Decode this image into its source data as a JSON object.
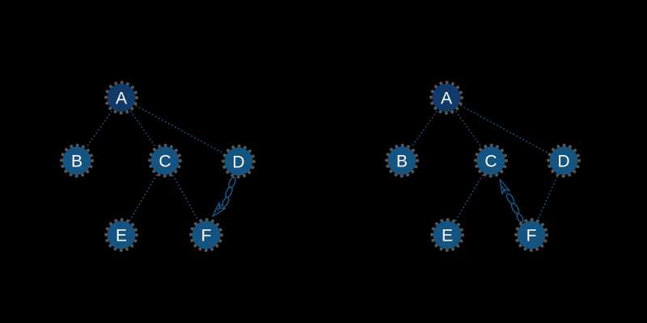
{
  "background_color": "#000000",
  "colors": {
    "node_fill": "#155380",
    "root_node_fill": "#123a69",
    "node_dot_ring": "#555555",
    "tree_edge": "#1f5f96",
    "move_arrow": "#1a527f",
    "node_label": "#ffffff"
  },
  "graphs": [
    {
      "name": "left-tree",
      "nodes": [
        {
          "label": "A",
          "root": true
        },
        {
          "label": "B",
          "root": false
        },
        {
          "label": "C",
          "root": false
        },
        {
          "label": "D",
          "root": false
        },
        {
          "label": "E",
          "root": false
        },
        {
          "label": "F",
          "root": false
        }
      ],
      "edges": [
        {
          "from": "A",
          "to": "B",
          "style": "dotted"
        },
        {
          "from": "A",
          "to": "C",
          "style": "dotted"
        },
        {
          "from": "A",
          "to": "D",
          "style": "dotted"
        },
        {
          "from": "C",
          "to": "E",
          "style": "dotted"
        },
        {
          "from": "C",
          "to": "F",
          "style": "dotted"
        }
      ],
      "move_arrow": {
        "from": "D",
        "to": "F",
        "style": "dashed-outline-arrow"
      }
    },
    {
      "name": "right-tree",
      "nodes": [
        {
          "label": "A",
          "root": true
        },
        {
          "label": "B",
          "root": false
        },
        {
          "label": "C",
          "root": false
        },
        {
          "label": "D",
          "root": false
        },
        {
          "label": "E",
          "root": false
        },
        {
          "label": "F",
          "root": false
        }
      ],
      "edges": [
        {
          "from": "A",
          "to": "B",
          "style": "dotted"
        },
        {
          "from": "A",
          "to": "C",
          "style": "dotted"
        },
        {
          "from": "A",
          "to": "D",
          "style": "dotted"
        },
        {
          "from": "C",
          "to": "E",
          "style": "dotted"
        },
        {
          "from": "D",
          "to": "F",
          "style": "dotted"
        }
      ],
      "move_arrow": {
        "from": "F",
        "to": "C",
        "style": "dashed-outline-arrow"
      }
    }
  ]
}
